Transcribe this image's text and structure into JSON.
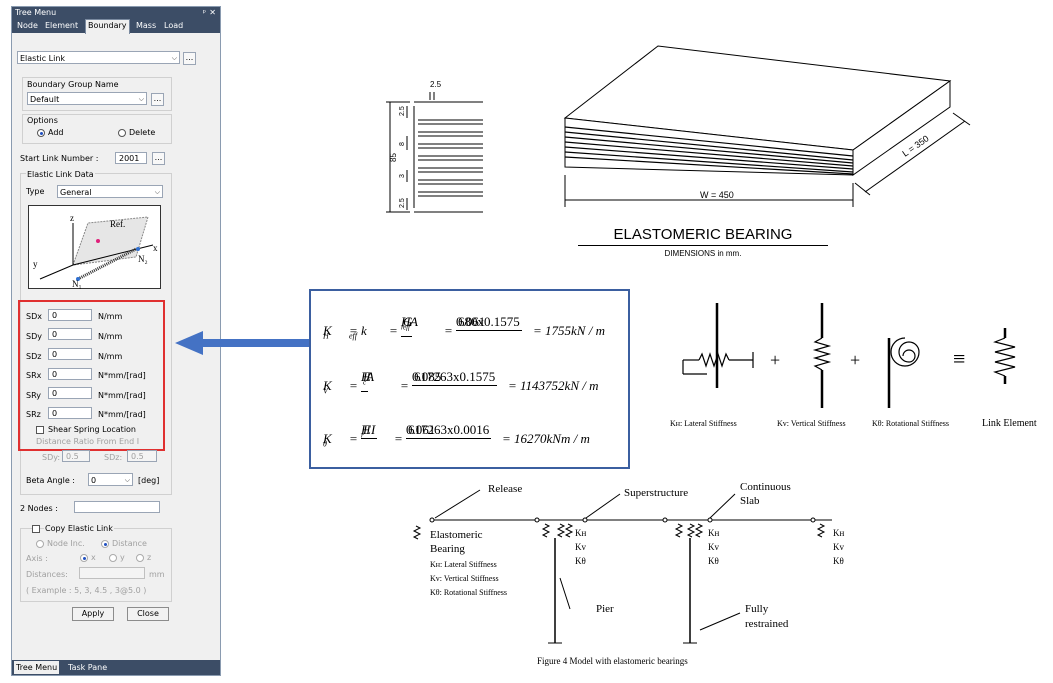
{
  "panel": {
    "title": "Tree Menu",
    "pin_glyph": "ᵖ",
    "close_glyph": "✕",
    "tabs": [
      "Node",
      "Element",
      "Boundary",
      "Mass",
      "Load"
    ],
    "active_tab": "Boundary",
    "function_select": "Elastic Link",
    "boundary_group": {
      "label": "Boundary Group Name",
      "value": "Default"
    },
    "options": {
      "label": "Options",
      "add": "Add",
      "delete": "Delete",
      "selected": "Add"
    },
    "start_link": {
      "label": "Start Link Number :",
      "value": "2001"
    },
    "elastic_link_data": {
      "label": "Elastic Link Data",
      "type_label": "Type",
      "type_value": "General",
      "diagram": {
        "z": "z",
        "ref": "Ref.",
        "x": "x",
        "y": "y",
        "n1": "N₁",
        "n2": "N₂"
      }
    },
    "stiffness": [
      {
        "label": "SDx",
        "value": "0",
        "unit": "N/mm"
      },
      {
        "label": "SDy",
        "value": "0",
        "unit": "N/mm"
      },
      {
        "label": "SDz",
        "value": "0",
        "unit": "N/mm"
      },
      {
        "label": "SRx",
        "value": "0",
        "unit": "N*mm/[rad]"
      },
      {
        "label": "SRy",
        "value": "0",
        "unit": "N*mm/[rad]"
      },
      {
        "label": "SRz",
        "value": "0",
        "unit": "N*mm/[rad]"
      }
    ],
    "shear_spring": {
      "label": "Shear Spring Location",
      "ratio_label": "Distance Ratio From End I",
      "sdy_label": "SDy:",
      "sdy_value": "0.5",
      "sdz_label": "SDz:",
      "sdz_value": "0.5"
    },
    "beta_angle": {
      "label": "Beta Angle :",
      "value": "0",
      "unit": "[deg]"
    },
    "two_nodes": {
      "label": "2 Nodes :",
      "value": ""
    },
    "copy": {
      "label": "Copy Elastic Link",
      "node_inc": "Node Inc.",
      "distance": "Distance",
      "axis_label": "Axis :",
      "axis_x": "x",
      "axis_y": "y",
      "axis_z": "z",
      "distances_label": "Distances:",
      "distances_unit": "mm",
      "example": "( Example :  5, 3, 4.5 , 3@5.0 )"
    },
    "apply": "Apply",
    "close": "Close",
    "bottom_tabs": [
      "Tree Menu",
      "Task Pane"
    ]
  },
  "bearing": {
    "title": "ELASTOMERIC BEARING",
    "subtitle": "DIMENSIONS in mm.",
    "width_label": "W = 450",
    "length_label": "L = 350",
    "section_dims": {
      "top": "2.5",
      "total": "85",
      "d1": "2.5",
      "d2": "8",
      "d3": "3",
      "d4": "2.5"
    }
  },
  "formulas": {
    "kh": {
      "lhs": "K",
      "lhs_sub": "H",
      "eq1": "= k",
      "eq1_sub": "eff",
      "frac1_num": "G",
      "frac1_num_sub": "eff",
      "frac1_num_rest": " A",
      "frac1_den": "H",
      "frac1_den_sub": "r",
      "frac2_num": "680x0.1575",
      "frac2_den": "0.061",
      "result": "= 1755kN / m"
    },
    "kv": {
      "lhs": "K",
      "lhs_sub": "V",
      "frac1_num": "E",
      "frac1_num_sub": "c",
      "frac1_num_rest": " A",
      "frac1_den": "H",
      "frac2_num": "617263x0.1575",
      "frac2_den": "0.085",
      "result": "= 1143752kN / m"
    },
    "ktheta": {
      "lhs": "K",
      "lhs_sub": "θ",
      "frac1_num": "EI",
      "frac1_den": "H",
      "frac1_den_sub": "r",
      "frac2_num": "617263x0.0016",
      "frac2_den": "0.061",
      "result": "= 16270kNm / m"
    }
  },
  "springs": {
    "plus1": "+",
    "plus2": "+",
    "equiv": "≡",
    "kh_label": "Kʜ: Lateral Stiffness",
    "kv_label": "Kv: Vertical Stiffness",
    "ktheta_label": "Kθ: Rotational Stiffness",
    "link_label": "Link Element"
  },
  "model": {
    "release": "Release",
    "superstructure": "Superstructure",
    "continuous_slab": [
      "Continuous",
      "Slab"
    ],
    "elastomeric_bearing": [
      "Elastomeric",
      "Bearing"
    ],
    "legend": [
      "Kʜ: Lateral Stiffness",
      "Kv: Vertical Stiffness",
      "Kθ: Rotational Stiffness"
    ],
    "k_labels": [
      "Kʜ",
      "Kv",
      "Kθ"
    ],
    "pier": "Pier",
    "fully_restrained": [
      "Fully",
      "restrained"
    ],
    "caption": "Figure 4 Model with elastomeric bearings"
  },
  "colors": {
    "arrow": "#4472c4",
    "highlight_box": "#e03030",
    "formula_border": "#3b5fa0",
    "panel_title": "#3c4d66"
  }
}
